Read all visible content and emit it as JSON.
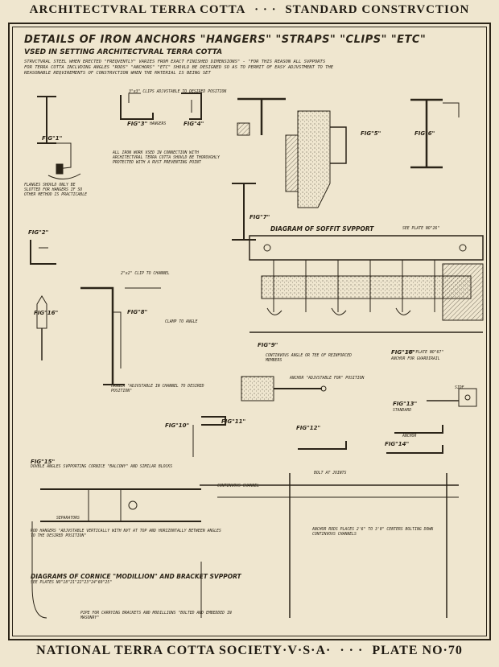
{
  "header": {
    "left": "ARCHITECTVRAL TERRA COTTA",
    "sep": "· · ·",
    "right": "STANDARD CONSTRVCTION"
  },
  "footer": {
    "left": "NATIONAL TERRA COTTA SOCIETY·V·S·A·",
    "sep": "· · ·",
    "right": "PLATE NO·70"
  },
  "title": "DETAILS OF IRON ANCHORS \"HANGERS\" \"STRAPS\" \"CLIPS\" \"ETC\"",
  "subtitle": "VSED IN SETTING ARCHITECTVRAL TERRA COTTA",
  "note_lines": [
    "STRVCTVRAL STEEL WHEN ERECTED \"FREQVENTLY\" VARIES FROM EXACT FINISHED DIMENSIONS\" - \"FOR THIS REASON ALL SVPPORTS",
    "FOR TERRA COTTA INCLVDING ANGLES \"RODS\" \"ANCHORS\" \"ETC\" SHOVLD BE DESIGNED SO AS TO PERMIT OF EASY ADJVSTMENT TO THE",
    "REASONABLE REQVIREMENTS OF CONSTRVCTION WHEN THE MATERIAL IS BEING SET"
  ],
  "figures": {
    "fig1": "FIG\"1\"",
    "fig2": "FIG\"2\"",
    "fig3": "FIG\"3\"",
    "fig4": "FIG\"4\"",
    "fig5": "FIG\"5\"",
    "fig6": "FIG\"6\"",
    "fig7": "FIG\"7\"",
    "fig8": "FIG\"8\"",
    "fig9": "FIG\"9\"",
    "fig10": "FIG\"10\"",
    "fig11": "FIG\"11\"",
    "fig12": "FIG\"12\"",
    "fig13": "FIG\"13\"",
    "fig14": "FIG\"14\"",
    "fig15": "FIG\"15\"",
    "fig16": "FIG\"16\""
  },
  "captions": {
    "soffit": "DIAGRAM OF SOFFIT SVPPORT",
    "soffit_ref": "SEE PLATE NO\"26\"",
    "cornice": "DIAGRAMS OF CORNICE \"MODILLION\" AND BRACKET SVPPORT",
    "cornice_ref": "SEE PLATES NO\"18\"21\"22\"23\"24\"60\"25\"",
    "fig16_ref": "SEE PLATE NO\"67\"",
    "fig16_sub": "ANCHOR FOR GVARDIRAIL"
  },
  "notes": {
    "clips_adjustable": "3\"x3\" CLIPS ADJVSTABLE TO DESIRED POSITION",
    "hangers": "HANGERS",
    "flanges": "FLANGES SHOVLD ONLY BE SLOTTED FOR HANGERS IF SO OTHER METHOD IS PRACTICABLE",
    "iron_work": "ALL IRON WORK VSED IN CONNECTION WITH ARCHITECTVRAL TERRA COTTA SHOVLD BE THOROVGHLY PROTECTED WITH A RVST PREVENTING POINT",
    "clip_channel": "2\"x2\" CLIP TO CHANNEL",
    "clamp_angle": "CLAMP TO ANGLE",
    "adjustable_channel": "HANGER \"ADJVSTABLE IN CHANNEL TO DESIRED POSITION\"",
    "anchor_adjustable": "ANCHOR \"ADJVSTABLE FOR\" POSITION",
    "continuous_angle": "CONTINVOVS ANGLE OR TEE OF REINFORCED MEMBERS",
    "double_angles": "DOVBLE ANGLES SVPPORTING CORNICE \"BALCONY\" AND SIMILAR BLOCKS",
    "rod_hangers": "ROD HANGERS \"ADJVSTABLE VERTICALLY WITH NVT AT TOP AND HORIZONTALLY BETWEEN ANGLES TO THE DESIRED POSITION\"",
    "anchor_rods": "ANCHOR RODS PLACES 2'6\" TO 3'0\" CENTERS BOLTING DOWN CONTINVOVS CHANNELS",
    "pipe": "PIPE FOR CARRYING BRACKETS AND MODILLIONS \"BOLTED AND EMBEDDED IN MASONRY\"",
    "continuous_channel": "CONTINVOVS CHANNEL",
    "separators": "SEPARATORS",
    "bolt_nut": "BOLT AT JOINTS",
    "standard": "STANDARD",
    "anchor": "ANCHOR",
    "side": "SIDE"
  }
}
